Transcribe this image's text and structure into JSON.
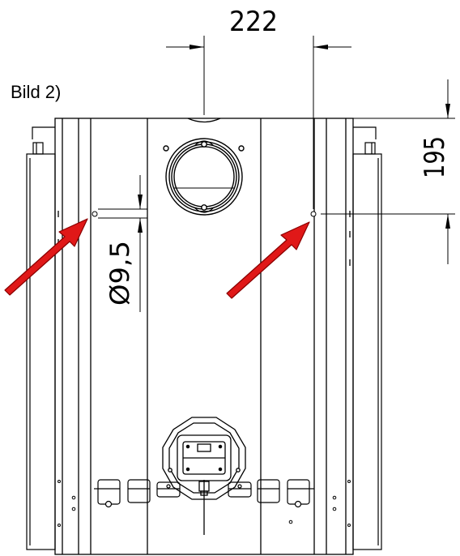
{
  "caption": "Bild 2)",
  "dimensions": {
    "hole_spacing": "222",
    "hole_height": "195",
    "hole_diameter": "Ø9,5"
  },
  "colors": {
    "line": "#000000",
    "arrow_fill": "#e01818",
    "arrow_stroke": "#8a0000",
    "background": "#ffffff"
  },
  "arrow_count": 2
}
